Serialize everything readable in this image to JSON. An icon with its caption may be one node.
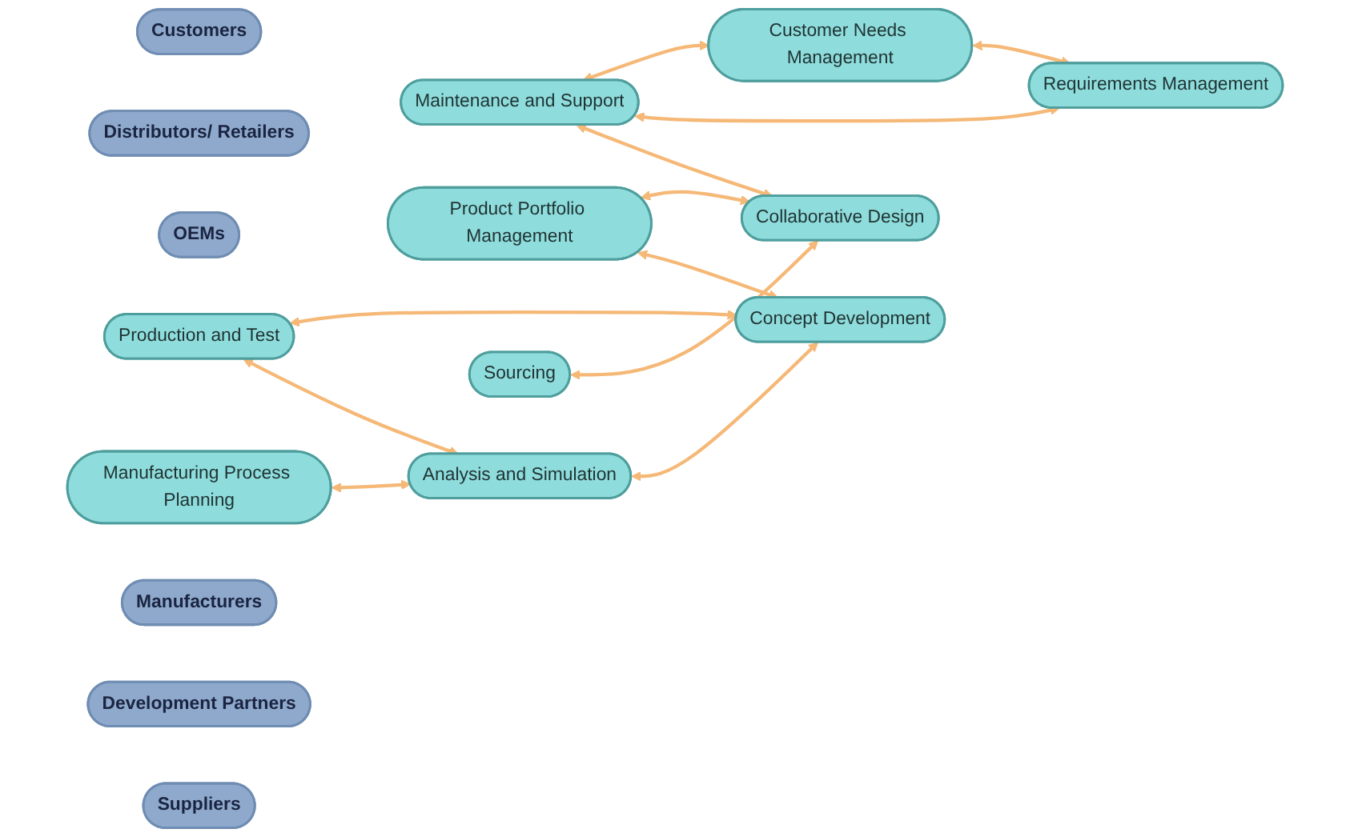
{
  "diagram": {
    "nodes": [
      {
        "text": [
          "Customer Needs Management"
        ]
      },
      {
        "text": [
          "Maintenance and Support"
        ]
      },
      {
        "text": [
          "Customers"
        ]
      },
      {
        "text": [
          "Product Portfolio Management"
        ]
      },
      {
        "text": [
          "Distributors/ Retailers"
        ]
      },
      {
        "text": [
          "OEMs"
        ]
      },
      {
        "text": [
          "Production and Test"
        ]
      },
      {
        "text": [
          "Requirements Management"
        ]
      },
      {
        "text": [
          "Manufacturing Process Planning"
        ]
      },
      {
        "text": [
          "Manufacturers"
        ]
      },
      {
        "text": [
          "Development Partners"
        ]
      },
      {
        "text": [
          "Concept Development"
        ]
      },
      {
        "text": [
          "Analysis and Simulation"
        ]
      },
      {
        "text": [
          "Suppliers"
        ]
      },
      {
        "text": [
          "Collaborative Design"
        ]
      },
      {
        "text": [
          "Sourcing"
        ]
      }
    ],
    "edges": [
      {
        "from": 1,
        "to": 0,
        "arrow": "both"
      },
      {
        "from": 0,
        "to": 7,
        "arrow": "both"
      },
      {
        "from": 1,
        "to": 7,
        "arrow": "both"
      },
      {
        "from": 1,
        "to": 14,
        "arrow": "both"
      },
      {
        "from": 3,
        "to": 14,
        "arrow": "both"
      },
      {
        "from": 3,
        "to": 11,
        "arrow": "both"
      },
      {
        "from": 6,
        "to": 11,
        "arrow": "both"
      },
      {
        "from": 6,
        "to": 12,
        "arrow": "both"
      },
      {
        "from": 8,
        "to": 12,
        "arrow": "both"
      },
      {
        "from": 12,
        "to": 11,
        "arrow": "both"
      },
      {
        "from": 15,
        "to": 14,
        "arrow": "both"
      }
    ]
  }
}
